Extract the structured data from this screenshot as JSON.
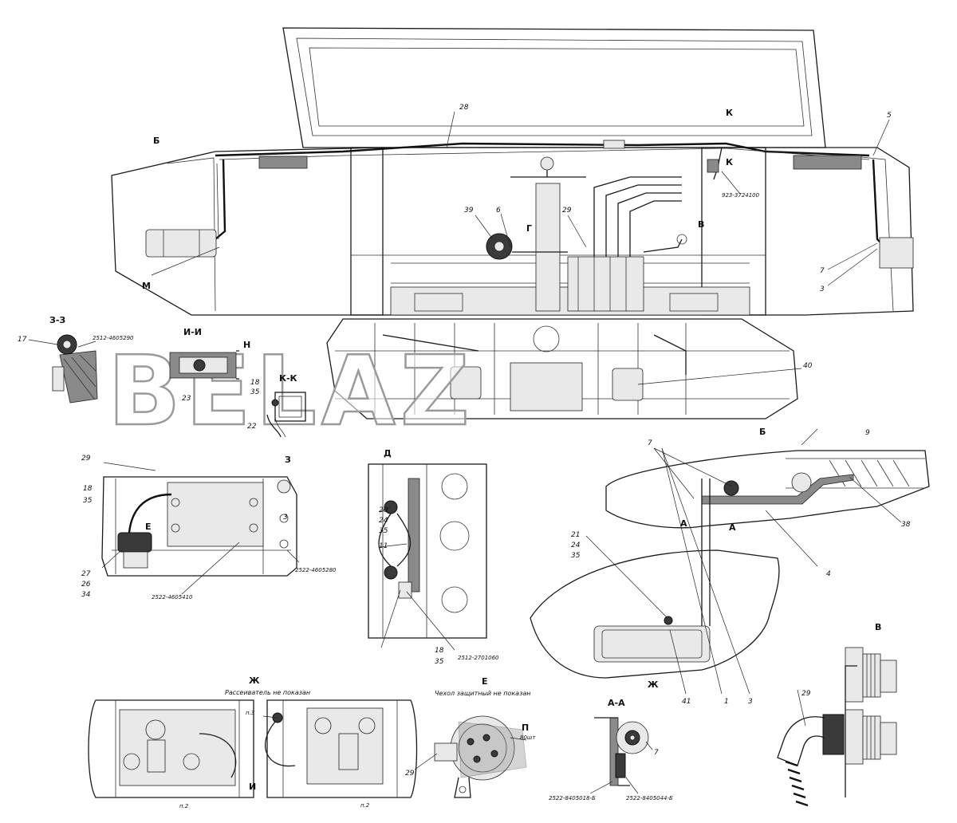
{
  "sections": {
    "z_z": "З-З",
    "i_i": "И-И",
    "k_k": "К-К",
    "d": "Д",
    "b": "Б",
    "v": "В",
    "zh": "Ж",
    "e": "Е",
    "a_a": "А-А",
    "b_top": "Б"
  },
  "markers": {
    "k": "К",
    "k2": "К",
    "h": "Н",
    "z": "З",
    "g": "Г",
    "v": "В",
    "a1": "А",
    "a2": "А",
    "i": "И",
    "zh": "Ж",
    "e": "Е",
    "m": "М",
    "p": "П"
  },
  "notes": {
    "zh_note": "Рассеиватель не показан",
    "e_note": "Чехол защитный не показан",
    "p_sub": "80шт"
  },
  "part_codes": {
    "top_right": "923-3724100",
    "z_z": "2512-4605290",
    "lamp_a": "2522-4605280",
    "lamp_b": "2522-4605410",
    "d": "2512-2701060",
    "aa_1": "2522-8405018-Б",
    "aa_2": "2522-8405044-Б"
  },
  "callouts": {
    "c28": "28",
    "c5": "5",
    "c39": "39",
    "c6": "6",
    "c29": "29",
    "c7": "7",
    "c3": "3",
    "c17": "17",
    "c23": "23",
    "c18": "18",
    "c35": "35",
    "c22": "22",
    "c40": "40",
    "c29b": "29",
    "c18b": "18",
    "c35b": "35",
    "c27": "27",
    "c26": "26",
    "c34": "34",
    "c3b": "3",
    "c20": "20",
    "c24": "24",
    "c35c": "35",
    "c11": "11",
    "c18c": "18",
    "c35d": "35",
    "c7b": "7",
    "c9": "9",
    "c38": "38",
    "c21": "21",
    "c24b": "24",
    "c35e": "35",
    "c4": "4",
    "c41": "41",
    "c1": "1",
    "c3c": "3",
    "c29c": "29",
    "c7c": "7",
    "c29d": "29",
    "n3": "п.3",
    "n2": "п.2",
    "n2b": "п.2"
  },
  "watermark": "BELAZ"
}
